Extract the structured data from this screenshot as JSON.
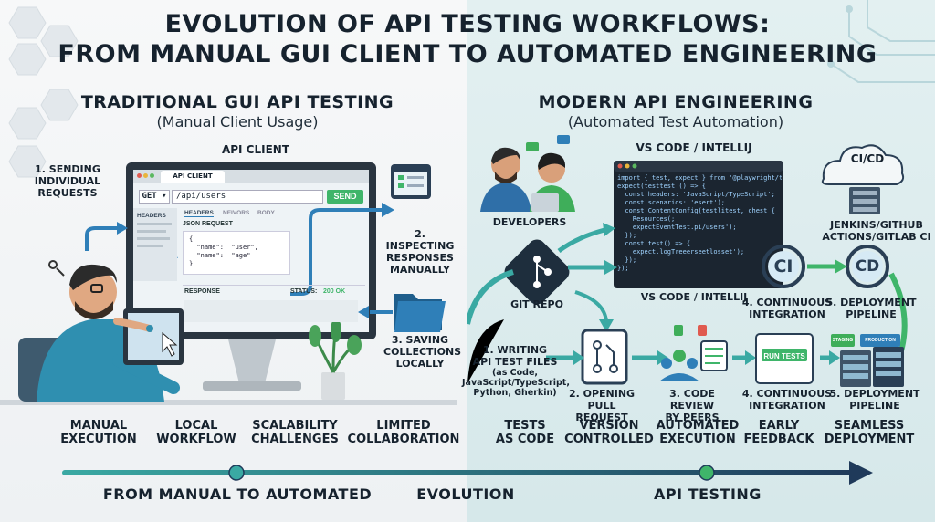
{
  "title": {
    "line1": "EVOLUTION OF API TESTING WORKFLOWS:",
    "line2": "FROM MANUAL GUI CLIENT TO AUTOMATED ENGINEERING"
  },
  "left": {
    "heading": "TRADITIONAL GUI API TESTING",
    "subheading": "(Manual Client Usage)",
    "api_client_label": "API CLIENT",
    "step1": [
      "1. SENDING",
      "INDIVIDUAL",
      "REQUESTS"
    ],
    "step2": [
      "2. INSPECTING",
      "RESPONSES",
      "MANUALLY"
    ],
    "step3": [
      "3. SAVING",
      "COLLECTIONS",
      "LOCALLY"
    ],
    "client": {
      "tab": "API CLIENT",
      "method": "GET",
      "url": "/api/users",
      "send": "SEND",
      "sidebar_header": "HEADERS",
      "tabs": [
        "HEADERS",
        "NEIVORS",
        "BODY"
      ],
      "json_label": "JSON REQUEST",
      "json_lines": [
        "{",
        "  \"name\":  \"user\",",
        "  \"name\":  \"age\"",
        "}"
      ],
      "response_label": "RESPONSE",
      "status_label": "STATUS:",
      "status_value": "200 OK"
    },
    "bottom": [
      [
        "MANUAL",
        "EXECUTION"
      ],
      [
        "LOCAL",
        "WORKFLOW"
      ],
      [
        "SCALABILITY",
        "CHALLENGES"
      ],
      [
        "LIMITED",
        "COLLABORATION"
      ]
    ]
  },
  "right": {
    "heading": "MODERN API ENGINEERING",
    "subheading": "(Automated Test Automation)",
    "ide_label_top": "VS CODE / INTELLIJ",
    "ide_label_bottom": "VS CODE / INTELLIJ",
    "developers": "DEVELOPERS",
    "git_repo": "GIT REPO",
    "cicd": "CI/CD",
    "ci_text": "CI",
    "cd_text": "CD",
    "jenkins": [
      "JENKINS/GITHUB",
      "ACTIONS/GITLAB CI"
    ],
    "ci_label": [
      "4. CONTINUOUS",
      "INTEGRATION"
    ],
    "cd_label": [
      "5. DEPLOYMENT",
      "PIPELINE"
    ],
    "code_lines": [
      "import { test, expect } from '@playwright/test';",
      "",
      "expect(testtest () => {",
      "  const headers: 'JavaScript/TypeScript';",
      "  const scenarios: 'esert');",
      "",
      "  const ContentConfig(testlitest, chest {",
      "    Resources(;",
      "    expectEventTest.pi/users');",
      "  });",
      "",
      "  const test() => {",
      "    expect.logTreeerseetlosset');",
      "  });",
      "});"
    ],
    "flow": {
      "step1": [
        "1. WRITING",
        "API TEST FILES"
      ],
      "step1_detail": [
        "(as Code,",
        "JavaScript/TypeScript,",
        "Python, Gherkin)"
      ],
      "step2": [
        "2. OPENING",
        "PULL REQUEST"
      ],
      "step3": [
        "3. CODE REVIEW",
        "BY PEERS"
      ],
      "step4": [
        "4. CONTINUOUS",
        "INTEGRATION"
      ],
      "step5": [
        "5. DEPLOYMENT",
        "PIPELINE"
      ],
      "run_tests": "RUN TESTS",
      "staging": "STAGING",
      "production": "PRODUCTION"
    },
    "bottom": [
      [
        "TESTS",
        "AS CODE"
      ],
      [
        "VERSION",
        "CONTROLLED"
      ],
      [
        "AUTOMATED",
        "EXECUTION"
      ],
      [
        "EARLY",
        "FEEDBACK"
      ],
      [
        "SEAMLESS",
        "DEPLOYMENT"
      ]
    ]
  },
  "timeline": {
    "left": "FROM MANUAL TO AUTOMATED",
    "center": "EVOLUTION",
    "right": "API TESTING"
  },
  "colors": {
    "teal": "#3aa9a3",
    "navy": "#1f3a5a",
    "green": "#3fb56a",
    "accent_blue": "#2f7fb8"
  }
}
